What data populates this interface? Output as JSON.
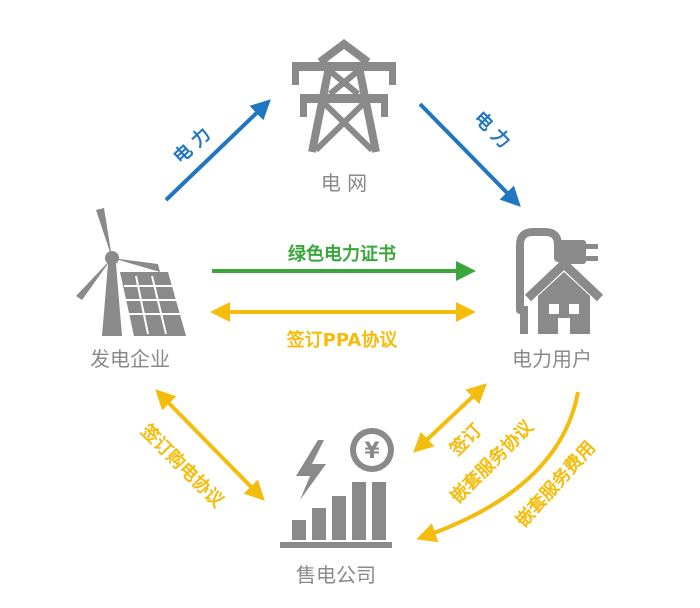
{
  "nodes": {
    "grid": {
      "label": "电 网",
      "icon": "transmission-tower-icon"
    },
    "generator": {
      "label": "发电企业",
      "icon": "wind-solar-icon"
    },
    "consumer": {
      "label": "电力用户",
      "icon": "house-plug-icon"
    },
    "retailer": {
      "label": "售电公司",
      "icon": "bar-chart-coin-icon"
    }
  },
  "flows": {
    "gen_to_grid": "电 力",
    "grid_to_consumer": "电 力",
    "green_cert": "绿色电力证书",
    "ppa": "签订PPA协议",
    "purchase_agreement": "签订购电协议",
    "bundled_service_line1": "签订",
    "bundled_service_line2": "嵌套服务协议",
    "bundled_fee": "嵌套服务费用"
  },
  "coin_symbol": "¥",
  "colors": {
    "blue": "#2176c1",
    "green": "#3aa63c",
    "yellow": "#f4bd0e",
    "gray": "#8a8a8a"
  }
}
